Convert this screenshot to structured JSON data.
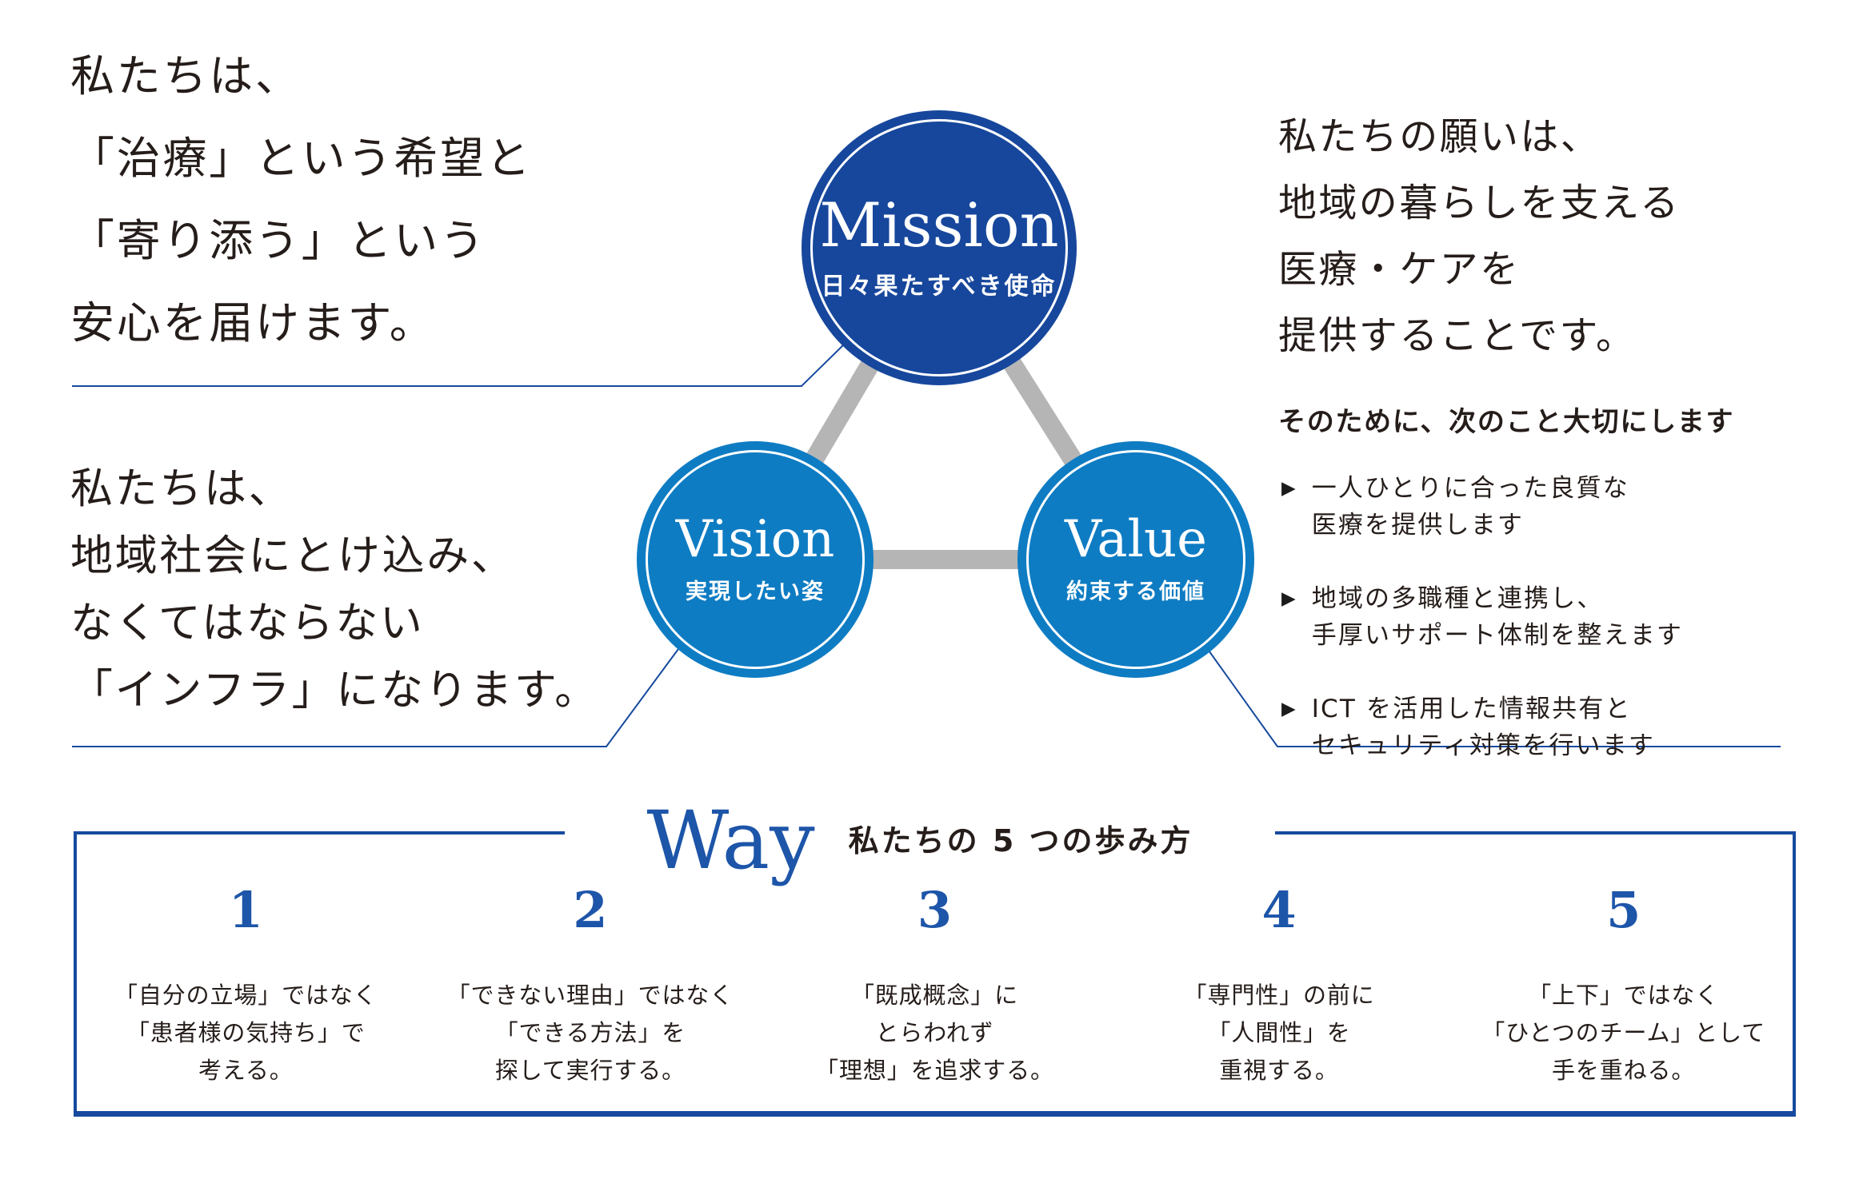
{
  "colors": {
    "mission_blue": "#17479c",
    "vision_blue": "#0e7cc3",
    "accent_blue": "#164a9e",
    "number_blue": "#1d55a9",
    "connector_gray": "#b5b5b6",
    "text_dark": "#251d1a"
  },
  "statement_top_left": {
    "lines": [
      "私たちは、",
      "「治療」という希望と",
      "「寄り添う」という",
      "安心を届けます。"
    ]
  },
  "statement_bottom_left": {
    "lines": [
      "私たちは、",
      "地域社会にとけ込み、",
      "なくてはならない",
      "「インフラ」になります。"
    ]
  },
  "statement_right": {
    "lines": [
      "私たちの願いは、",
      "地域の暮らしを支える",
      "医療・ケアを",
      "提供することです。"
    ]
  },
  "right_panel": {
    "lead": "そのために、次のこと大切にします",
    "bullet_icon": "▶",
    "bullets": [
      {
        "lines": [
          "一人ひとりに合った良質な",
          "医療を提供します"
        ]
      },
      {
        "lines": [
          "地域の多職種と連携し、",
          "手厚いサポート体制を整えます"
        ]
      },
      {
        "lines": [
          "ICT を活用した情報共有と",
          "セキュリティ対策を行います"
        ]
      }
    ]
  },
  "diagram": {
    "mission": {
      "label": "Mission",
      "subtitle": "日々果たすべき使命"
    },
    "vision": {
      "label": "Vision",
      "subtitle": "実現したい姿"
    },
    "value": {
      "label": "Value",
      "subtitle": "約束する価値"
    }
  },
  "way": {
    "title_en": "Way",
    "title_jp": "私たちの 5 つの歩み方",
    "items": [
      {
        "number": "1",
        "lines": [
          "「自分の立場」ではなく",
          "「患者様の気持ち」で",
          "考える。"
        ]
      },
      {
        "number": "2",
        "lines": [
          "「できない理由」ではなく",
          "「できる方法」を",
          "探して実行する。"
        ]
      },
      {
        "number": "3",
        "lines": [
          "「既成概念」に",
          "とらわれず",
          "「理想」を追求する。"
        ]
      },
      {
        "number": "4",
        "lines": [
          "「専門性」の前に",
          "「人間性」を",
          "重視する。"
        ]
      },
      {
        "number": "5",
        "lines": [
          "「上下」ではなく",
          "「ひとつのチーム」として",
          "手を重ねる。"
        ]
      }
    ]
  }
}
